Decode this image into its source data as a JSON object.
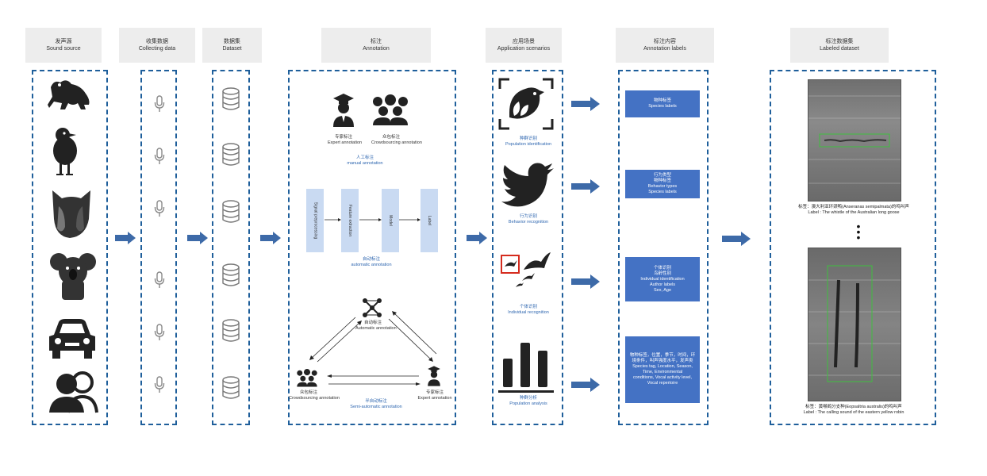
{
  "headers": [
    {
      "zh": "发声源",
      "en": "Sound source"
    },
    {
      "zh": "收集数据",
      "en": "Collecting data"
    },
    {
      "zh": "数据集",
      "en": "Dataset"
    },
    {
      "zh": "标注",
      "en": "Annotation"
    },
    {
      "zh": "应用场景",
      "en": "Application scenarios"
    },
    {
      "zh": "标注内容",
      "en": "Annotation labels"
    },
    {
      "zh": "标注数据集",
      "en": "Labeled dataset"
    }
  ],
  "sound_sources": [
    "frog-icon",
    "bird-icon",
    "owl-icon",
    "koala-icon",
    "car-icon",
    "people-icon"
  ],
  "annotation": {
    "expert_zh": "专家标注",
    "expert_en": "Expert annotation",
    "crowd_zh": "众包标注",
    "crowd_en": "Crowdsourcing annotation",
    "manual_zh": "人工标注",
    "manual_en": "manual annotation",
    "pipeline": [
      "Signal preprocessing",
      "Feature extraction",
      "Model",
      "Label"
    ],
    "auto_zh": "自动标注",
    "auto_en": "automatic annotation",
    "auto_node_zh": "自动标注",
    "auto_node_en": "Automatic annotation",
    "crowd_node_zh": "众包标注",
    "crowd_node_en": "Crowdsourcing annotation",
    "expert_node_zh": "专家标注",
    "expert_node_en": "Expert annotation",
    "semi_zh": "半自动标注",
    "semi_en": "Semi-automatic annotation"
  },
  "scenarios": [
    {
      "zh": "种群识别",
      "en": "Population identification",
      "icon": "bird-frame-icon"
    },
    {
      "zh": "行为识别",
      "en": "Behavior recognition",
      "icon": "twitter-bird-icon"
    },
    {
      "zh": "个体识别",
      "en": "Individual recognition",
      "icon": "flying-birds-icon"
    },
    {
      "zh": "种群分析",
      "en": "Population analysis",
      "icon": "bar-chart-icon"
    }
  ],
  "labels": [
    {
      "lines": [
        "物种标签",
        "Species labels"
      ]
    },
    {
      "lines": [
        "行为类型",
        "物种标签",
        "Behavior types",
        "Species labels"
      ]
    },
    {
      "lines": [
        "个体识别",
        "鸟龄性别",
        "Individual identification",
        "Author labels",
        "Sex, Age"
      ]
    },
    {
      "lines": [
        "物种标签，位置，季节，时间，环境条件，叫声强度水平，发声类",
        "Species tag, Location, Season,",
        "Time, Environmental",
        "conditions, Vocal activity level,",
        "Vocal repertoire"
      ]
    }
  ],
  "labeled": [
    {
      "zh": "标签：澳大利亚环颈鸭(Anseranas semipalmata)的鸣叫声",
      "en": "Label : The whistle of the Australian long goose"
    },
    {
      "zh": "标签：黄喉鹀分支种(Eopsaltria australis)的鸣叫声",
      "en": "Label : The calling sound of the eastern yellow robin"
    }
  ],
  "colors": {
    "accent": "#1f5f9b",
    "arrow": "#3d6aa8",
    "label_box": "#4472c4",
    "stage": "#c9daf2"
  }
}
